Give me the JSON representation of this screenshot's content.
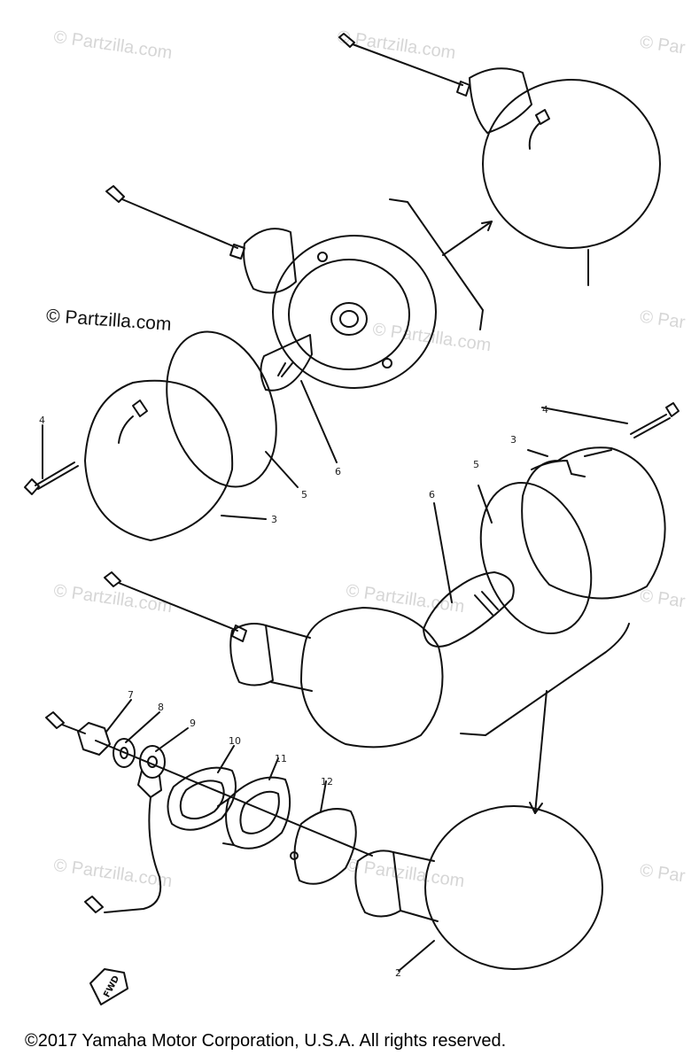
{
  "watermarks": {
    "w1": "© Partzilla.com",
    "w2": "© Partzilla.com",
    "w3": "© Partzilla.com",
    "w4": "© Partzilla.com",
    "w5": "© Partzilla.com",
    "w6": "© Partzilla.com",
    "w7": "© Partzilla.com",
    "w8": "© Par",
    "w9": "© Par",
    "w10": "© Par",
    "w11": "© Par",
    "strong": "© Partzilla.com"
  },
  "callouts": {
    "c2": "2",
    "c3a": "3",
    "c3b": "3",
    "c4a": "4",
    "c4b": "4",
    "c5a": "5",
    "c5b": "5",
    "c6a": "6",
    "c6b": "6",
    "c7": "7",
    "c8": "8",
    "c9": "9",
    "c10": "10",
    "c11": "11",
    "c12": "12"
  },
  "fwd_label": "FWD",
  "copyright": "©2017  Yamaha Motor Corporation, U.S.A. All rights reserved."
}
